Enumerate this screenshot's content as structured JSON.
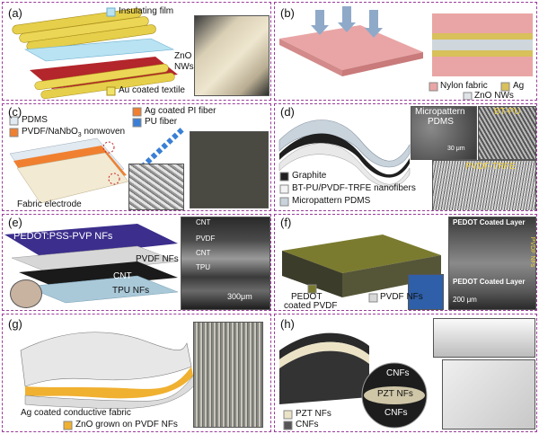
{
  "colors": {
    "border": "#9b3d9b",
    "gold": "#e0c34a",
    "yellow": "#f0e36a",
    "zno_red": "#b3262b",
    "nylon_pink": "#e9a5a5",
    "orange": "#f08030",
    "blue": "#3a7fd5",
    "pvdf_purple": "#3b2e8c"
  },
  "panels": [
    {
      "tag": "(a)",
      "labels": {
        "film": "Insulating film",
        "zno": "ZnO",
        "nws": "NWs",
        "au": "Au coated textile"
      },
      "icons": [
        "insulating-film-swatch",
        "au-textile-swatch"
      ]
    },
    {
      "tag": "(b)",
      "labels": {
        "nylon": "Nylon fabric",
        "ag": "Ag",
        "zno": "ZnO NWs"
      }
    },
    {
      "tag": "(c)",
      "labels": {
        "pdms": "PDMS",
        "pvdf_pre": "PVDF/NaNbO",
        "pvdf_sub": "3",
        "pvdf_post": " nonwoven",
        "ag_pi": "Ag coated PI fiber",
        "pu": "PU fiber",
        "electrode": "Fabric electrode"
      }
    },
    {
      "tag": "(d)",
      "labels": {
        "micro_pattern": "Micropattern",
        "pdms": "PDMS",
        "bt_pu": "BT-PU",
        "pvdf_trfe": "PVDF-TRFE",
        "scale1": "30 μm",
        "graphite": "Graphite",
        "nanofibers": "BT-PU/PVDF-TRFE nanofibers",
        "micropattern_pdms": "Micropattern PDMS"
      }
    },
    {
      "tag": "(e)",
      "labels": {
        "pedot": "PEDOT:PSS-PVP NFs",
        "pvdf": "PVDF NFs",
        "cnt": "CNT",
        "tpu": "TPU NFs",
        "sem_cnt1": "CNT",
        "sem_pvdf": "PVDF",
        "sem_cnt2": "CNT",
        "sem_tpu": "TPU",
        "scale": "300μm"
      }
    },
    {
      "tag": "(f)",
      "labels": {
        "pedot_layer1": "PEDOT Coated Layer",
        "pvdf_side": "PVDF NFs",
        "pedot_layer2": "PEDOT Coated Layer",
        "scale": "200 μm",
        "pedot_coated_a": "PEDOT",
        "pedot_coated_b": "coated PVDF",
        "pvdf_nfs": "PVDF NFs"
      }
    },
    {
      "tag": "(g)",
      "labels": {
        "ag_fabric": "Ag coated conductive fabric",
        "zno_pvdf": "ZnO grown on PVDF NFs"
      }
    },
    {
      "tag": "(h)",
      "labels": {
        "cnfs_top": "CNFs",
        "pzt": "PZT NFs",
        "cnfs_bottom": "CNFs",
        "legend_pzt": "PZT NFs",
        "legend_cnfs": "CNFs"
      }
    }
  ]
}
